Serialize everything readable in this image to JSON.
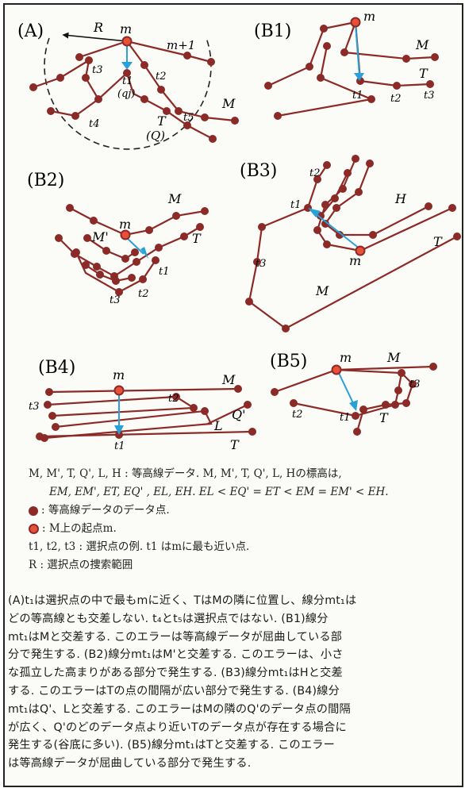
{
  "panels": {
    "A": {
      "label": "(A)",
      "R": "R",
      "m": "m",
      "m_plus_1": "m+1",
      "t1": "t1",
      "qj": "(qj)",
      "t2": "t2",
      "t3": "t3",
      "t4": "t4",
      "t5": "t5",
      "T": "T",
      "Q": "(Q)",
      "M": "M"
    },
    "B1": {
      "label": "(B1)",
      "m": "m",
      "M": "M",
      "T": "T",
      "t1": "t1",
      "t2": "t2",
      "t3": "t3"
    },
    "B2": {
      "label": "(B2)",
      "M": "M",
      "m": "m",
      "Mprime": "M'",
      "T": "T",
      "t1": "t1",
      "t2": "t2",
      "t3": "t3"
    },
    "B3": {
      "label": "(B3)",
      "t2": "t2",
      "t1": "t1",
      "H": "H",
      "T": "T",
      "m": "m",
      "t3": "t3",
      "M": "M"
    },
    "B4": {
      "label": "(B4)",
      "m": "m",
      "M": "M",
      "t3": "t3",
      "t2": "t2",
      "Qprime": "Q'",
      "L": "L",
      "t1": "t1",
      "T": "T"
    },
    "B5": {
      "label": "(B5)",
      "m": "m",
      "M": "M",
      "t3": "t3",
      "t2": "t2",
      "t1": "t1",
      "T": "T"
    }
  },
  "legend": {
    "line1": "M, M', T, Q', L, H : 等高線データ.  M, M', T, Q', L, Hの標高は,",
    "line2": "EM, EM', ET, EQ' , EL, EH.  EL < EQ' = ET < EM = EM' < EH.",
    "line3": ": 等高線データのデータ点.",
    "line4": ": M上の起点m.",
    "line5": "t1, t2, t3 : 選択点の例.  t1 はmに最も近い点.",
    "line6": "R : 選択点の捜索範囲"
  },
  "caption": [
    "(A)t₁は選択点の中で最もmに近く、TはMの隣に位置し、線分mt₁は",
    "どの等高線とも交差しない. t₄とt₅は選択点ではない. (B1)線分",
    "mt₁はMと交差する. このエラーは等高線データが屈曲している部",
    "分で発生する. (B2)線分mt₁はM'と交差する. このエラーは、小さ",
    "な孤立した高まりがある部分で発生する. (B3)線分mt₁はHと交差",
    "する. このエラーはTの点の間隔が広い部分で発生する. (B4)線分",
    "mt₁はQ'、Lと交差する. このエラーはMの隣のQ'のデータ点の間隔",
    "が広く、Q'のどのデータ点より近いTのデータ点が存在する場合に",
    "発生する(谷底に多い). (B5)線分mt₁はTと交差する. このエラー",
    "は等高線データが屈曲している部分で発生する."
  ],
  "colors": {
    "line": "#8b2a26",
    "point": "#8b2a26",
    "start": "#e8503a",
    "arrow": "#2aa0d8"
  }
}
